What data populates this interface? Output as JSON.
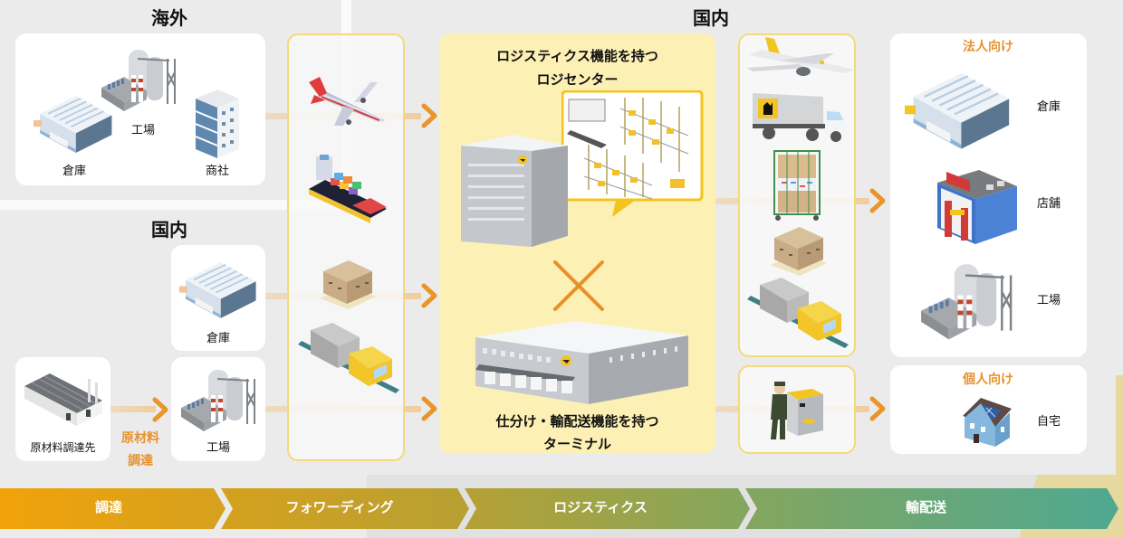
{
  "colors": {
    "background": "#ebebeb",
    "accent_orange": "#e8912a",
    "panel_border": "#f3da7c",
    "center_panel": "#fdf0b5",
    "chevron_start": "#f1a20a",
    "chevron_end": "#4ea892"
  },
  "overseas": {
    "heading": "海外",
    "items": [
      {
        "label": "倉庫",
        "icon": "warehouse-icon"
      },
      {
        "label": "工場",
        "icon": "factory-icon"
      },
      {
        "label": "商社",
        "icon": "office-building-icon"
      }
    ]
  },
  "domestic_source": {
    "heading": "国内",
    "warehouse": {
      "label": "倉庫",
      "icon": "warehouse-icon"
    },
    "supplier": {
      "label": "原材料調達先",
      "icon": "raw-material-factory-icon"
    },
    "factory": {
      "label": "工場",
      "icon": "factory-icon"
    },
    "procurement_label": [
      "原材料",
      "調達"
    ]
  },
  "forwarding_panel": {
    "icons": [
      "airplane-icon",
      "container-ship-icon",
      "pallet-boxes-icon",
      "freight-train-icon"
    ]
  },
  "domestic_heading": "国内",
  "logistics_panel": {
    "center_title": [
      "ロジスティクス機能を持つ",
      "ロジセンター"
    ],
    "cross_symbol": "×",
    "terminal_title": [
      "仕分け・輸配送機能を持つ",
      "ターミナル"
    ]
  },
  "delivery_panel": {
    "icons": [
      "cargo-plane-icon",
      "delivery-truck-icon",
      "roll-cage-cart-icon",
      "pallet-boxes-icon",
      "freight-train-icon"
    ],
    "personal_icon": "delivery-worker-cart-icon"
  },
  "business_customers": {
    "title": "法人向け",
    "items": [
      {
        "label": "倉庫",
        "icon": "warehouse-icon"
      },
      {
        "label": "店舗",
        "icon": "store-icon"
      },
      {
        "label": "工場",
        "icon": "factory-icon"
      }
    ]
  },
  "personal_customers": {
    "title": "個人向け",
    "items": [
      {
        "label": "自宅",
        "icon": "house-icon"
      }
    ]
  },
  "stages": [
    {
      "label": "調達"
    },
    {
      "label": "フォワーディング"
    },
    {
      "label": "ロジスティクス"
    },
    {
      "label": "輸配送"
    }
  ]
}
